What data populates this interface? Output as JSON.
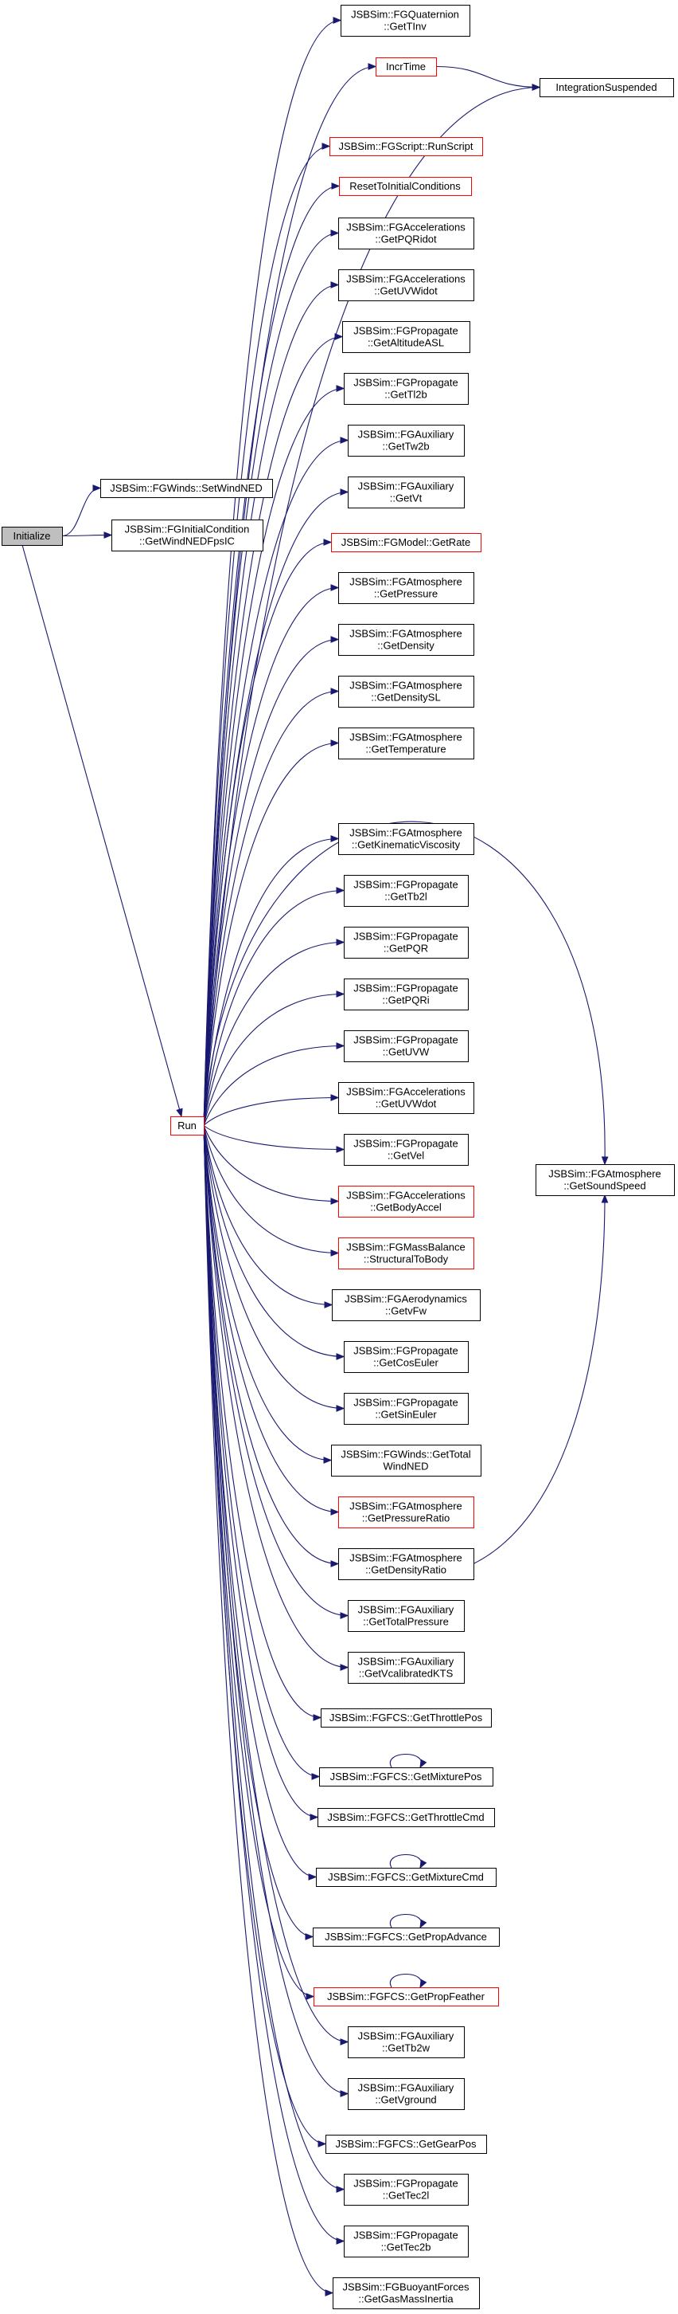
{
  "diagram": {
    "kind": "call-graph",
    "nodes": [
      {
        "id": "initialize",
        "lines": [
          "Initialize"
        ],
        "style": "gray",
        "interactable": false
      },
      {
        "id": "setwindned",
        "lines": [
          "JSBSim::FGWinds::SetWindNED"
        ],
        "style": "normal",
        "interactable": true
      },
      {
        "id": "getwindnedfpsic",
        "lines": [
          "JSBSim::FGInitialCondition",
          "::GetWindNEDFpsIC"
        ],
        "style": "normal",
        "interactable": true
      },
      {
        "id": "run",
        "lines": [
          "Run"
        ],
        "style": "red",
        "interactable": true
      },
      {
        "id": "gettinv",
        "lines": [
          "JSBSim::FGQuaternion",
          "::GetTInv"
        ],
        "style": "normal",
        "interactable": true
      },
      {
        "id": "incrtime",
        "lines": [
          "IncrTime"
        ],
        "style": "red",
        "interactable": true
      },
      {
        "id": "integrationsuspended",
        "lines": [
          "IntegrationSuspended"
        ],
        "style": "normal",
        "interactable": true
      },
      {
        "id": "runscript",
        "lines": [
          "JSBSim::FGScript::RunScript"
        ],
        "style": "red",
        "interactable": true
      },
      {
        "id": "resettoinitial",
        "lines": [
          "ResetToInitialConditions"
        ],
        "style": "red",
        "interactable": true
      },
      {
        "id": "getpqridot",
        "lines": [
          "JSBSim::FGAccelerations",
          "::GetPQRidot"
        ],
        "style": "normal",
        "interactable": true
      },
      {
        "id": "getuvwidot",
        "lines": [
          "JSBSim::FGAccelerations",
          "::GetUVWidot"
        ],
        "style": "normal",
        "interactable": true
      },
      {
        "id": "getaltitudeasl",
        "lines": [
          "JSBSim::FGPropagate",
          "::GetAltitudeASL"
        ],
        "style": "normal",
        "interactable": true
      },
      {
        "id": "gettl2b",
        "lines": [
          "JSBSim::FGPropagate",
          "::GetTl2b"
        ],
        "style": "normal",
        "interactable": true
      },
      {
        "id": "gettw2b",
        "lines": [
          "JSBSim::FGAuxiliary",
          "::GetTw2b"
        ],
        "style": "normal",
        "interactable": true
      },
      {
        "id": "getvt",
        "lines": [
          "JSBSim::FGAuxiliary",
          "::GetVt"
        ],
        "style": "normal",
        "interactable": true
      },
      {
        "id": "getrate",
        "lines": [
          "JSBSim::FGModel::GetRate"
        ],
        "style": "red",
        "interactable": true
      },
      {
        "id": "getpressure",
        "lines": [
          "JSBSim::FGAtmosphere",
          "::GetPressure"
        ],
        "style": "normal",
        "interactable": true
      },
      {
        "id": "getdensity",
        "lines": [
          "JSBSim::FGAtmosphere",
          "::GetDensity"
        ],
        "style": "normal",
        "interactable": true
      },
      {
        "id": "getdensitysl",
        "lines": [
          "JSBSim::FGAtmosphere",
          "::GetDensitySL"
        ],
        "style": "normal",
        "interactable": true
      },
      {
        "id": "gettemperature",
        "lines": [
          "JSBSim::FGAtmosphere",
          "::GetTemperature"
        ],
        "style": "normal",
        "interactable": true
      },
      {
        "id": "getkinematicviscosity",
        "lines": [
          "JSBSim::FGAtmosphere",
          "::GetKinematicViscosity"
        ],
        "style": "normal",
        "interactable": true
      },
      {
        "id": "gettb2l",
        "lines": [
          "JSBSim::FGPropagate",
          "::GetTb2l"
        ],
        "style": "normal",
        "interactable": true
      },
      {
        "id": "getpqr",
        "lines": [
          "JSBSim::FGPropagate",
          "::GetPQR"
        ],
        "style": "normal",
        "interactable": true
      },
      {
        "id": "getpqri",
        "lines": [
          "JSBSim::FGPropagate",
          "::GetPQRi"
        ],
        "style": "normal",
        "interactable": true
      },
      {
        "id": "getuvw",
        "lines": [
          "JSBSim::FGPropagate",
          "::GetUVW"
        ],
        "style": "normal",
        "interactable": true
      },
      {
        "id": "getuvwdot",
        "lines": [
          "JSBSim::FGAccelerations",
          "::GetUVWdot"
        ],
        "style": "normal",
        "interactable": true
      },
      {
        "id": "getvel",
        "lines": [
          "JSBSim::FGPropagate",
          "::GetVel"
        ],
        "style": "normal",
        "interactable": true
      },
      {
        "id": "getbodyaccel",
        "lines": [
          "JSBSim::FGAccelerations",
          "::GetBodyAccel"
        ],
        "style": "red",
        "interactable": true
      },
      {
        "id": "structuraltobody",
        "lines": [
          "JSBSim::FGMassBalance",
          "::StructuralToBody"
        ],
        "style": "red",
        "interactable": true
      },
      {
        "id": "getvfw",
        "lines": [
          "JSBSim::FGAerodynamics",
          "::GetvFw"
        ],
        "style": "normal",
        "interactable": true
      },
      {
        "id": "getcoseuler",
        "lines": [
          "JSBSim::FGPropagate",
          "::GetCosEuler"
        ],
        "style": "normal",
        "interactable": true
      },
      {
        "id": "getsineuler",
        "lines": [
          "JSBSim::FGPropagate",
          "::GetSinEuler"
        ],
        "style": "normal",
        "interactable": true
      },
      {
        "id": "gettotalwindned",
        "lines": [
          "JSBSim::FGWinds::GetTotal",
          "WindNED"
        ],
        "style": "normal",
        "interactable": true
      },
      {
        "id": "getpressureratio",
        "lines": [
          "JSBSim::FGAtmosphere",
          "::GetPressureRatio"
        ],
        "style": "red",
        "interactable": true
      },
      {
        "id": "getdensityratio",
        "lines": [
          "JSBSim::FGAtmosphere",
          "::GetDensityRatio"
        ],
        "style": "normal",
        "interactable": true
      },
      {
        "id": "gettotalpressure",
        "lines": [
          "JSBSim::FGAuxiliary",
          "::GetTotalPressure"
        ],
        "style": "normal",
        "interactable": true
      },
      {
        "id": "getvcalibratedkts",
        "lines": [
          "JSBSim::FGAuxiliary",
          "::GetVcalibratedKTS"
        ],
        "style": "normal",
        "interactable": true
      },
      {
        "id": "getthrottlepos",
        "lines": [
          "JSBSim::FGFCS::GetThrottlePos"
        ],
        "style": "normal",
        "interactable": true
      },
      {
        "id": "getmixturepos",
        "lines": [
          "JSBSim::FGFCS::GetMixturePos"
        ],
        "style": "normal",
        "interactable": true
      },
      {
        "id": "getthrottlecmd",
        "lines": [
          "JSBSim::FGFCS::GetThrottleCmd"
        ],
        "style": "normal",
        "interactable": true
      },
      {
        "id": "getmixturecmd",
        "lines": [
          "JSBSim::FGFCS::GetMixtureCmd"
        ],
        "style": "normal",
        "interactable": true
      },
      {
        "id": "getpropadvance",
        "lines": [
          "JSBSim::FGFCS::GetPropAdvance"
        ],
        "style": "normal",
        "interactable": true
      },
      {
        "id": "getpropfeather",
        "lines": [
          "JSBSim::FGFCS::GetPropFeather"
        ],
        "style": "red",
        "interactable": true
      },
      {
        "id": "gettb2w",
        "lines": [
          "JSBSim::FGAuxiliary",
          "::GetTb2w"
        ],
        "style": "normal",
        "interactable": true
      },
      {
        "id": "getvground",
        "lines": [
          "JSBSim::FGAuxiliary",
          "::GetVground"
        ],
        "style": "normal",
        "interactable": true
      },
      {
        "id": "getgearpos",
        "lines": [
          "JSBSim::FGFCS::GetGearPos"
        ],
        "style": "normal",
        "interactable": true
      },
      {
        "id": "gettec2l",
        "lines": [
          "JSBSim::FGPropagate",
          "::GetTec2l"
        ],
        "style": "normal",
        "interactable": true
      },
      {
        "id": "gettec2b",
        "lines": [
          "JSBSim::FGPropagate",
          "::GetTec2b"
        ],
        "style": "normal",
        "interactable": true
      },
      {
        "id": "getgasmassinertia",
        "lines": [
          "JSBSim::FGBuoyantForces",
          "::GetGasMassInertia"
        ],
        "style": "normal",
        "interactable": true
      },
      {
        "id": "getsoundspeed",
        "lines": [
          "JSBSim::FGAtmosphere",
          "::GetSoundSpeed"
        ],
        "style": "normal",
        "interactable": true
      }
    ],
    "edges": [
      [
        "initialize",
        "setwindned"
      ],
      [
        "initialize",
        "getwindnedfpsic"
      ],
      [
        "initialize",
        "run"
      ],
      [
        "run",
        "gettinv"
      ],
      [
        "run",
        "incrtime"
      ],
      [
        "run",
        "integrationsuspended"
      ],
      [
        "incrtime",
        "integrationsuspended"
      ],
      [
        "run",
        "runscript"
      ],
      [
        "run",
        "resettoinitial"
      ],
      [
        "run",
        "getpqridot"
      ],
      [
        "run",
        "getuvwidot"
      ],
      [
        "run",
        "getaltitudeasl"
      ],
      [
        "run",
        "gettl2b"
      ],
      [
        "run",
        "gettw2b"
      ],
      [
        "run",
        "getvt"
      ],
      [
        "run",
        "getrate"
      ],
      [
        "run",
        "getpressure"
      ],
      [
        "run",
        "getdensity"
      ],
      [
        "run",
        "getdensitysl"
      ],
      [
        "run",
        "gettemperature"
      ],
      [
        "run",
        "getsoundspeed"
      ],
      [
        "run",
        "getkinematicviscosity"
      ],
      [
        "run",
        "gettb2l"
      ],
      [
        "run",
        "getpqr"
      ],
      [
        "run",
        "getpqri"
      ],
      [
        "run",
        "getuvw"
      ],
      [
        "run",
        "getuvwdot"
      ],
      [
        "run",
        "getvel"
      ],
      [
        "run",
        "getbodyaccel"
      ],
      [
        "run",
        "structuraltobody"
      ],
      [
        "run",
        "getvfw"
      ],
      [
        "run",
        "getcoseuler"
      ],
      [
        "run",
        "getsineuler"
      ],
      [
        "run",
        "gettotalwindned"
      ],
      [
        "run",
        "getpressureratio"
      ],
      [
        "run",
        "getdensityratio"
      ],
      [
        "getdensityratio",
        "getsoundspeed"
      ],
      [
        "run",
        "gettotalpressure"
      ],
      [
        "run",
        "getvcalibratedkts"
      ],
      [
        "run",
        "getthrottlepos"
      ],
      [
        "run",
        "getmixturepos"
      ],
      [
        "getmixturepos",
        "getmixturepos"
      ],
      [
        "run",
        "getthrottlecmd"
      ],
      [
        "run",
        "getmixturecmd"
      ],
      [
        "getmixturecmd",
        "getmixturecmd"
      ],
      [
        "run",
        "getpropadvance"
      ],
      [
        "getpropadvance",
        "getpropadvance"
      ],
      [
        "run",
        "getpropfeather"
      ],
      [
        "getpropfeather",
        "getpropfeather"
      ],
      [
        "run",
        "gettb2w"
      ],
      [
        "run",
        "getvground"
      ],
      [
        "run",
        "getgearpos"
      ],
      [
        "run",
        "gettec2l"
      ],
      [
        "run",
        "gettec2b"
      ],
      [
        "run",
        "getgasmassinertia"
      ]
    ]
  }
}
